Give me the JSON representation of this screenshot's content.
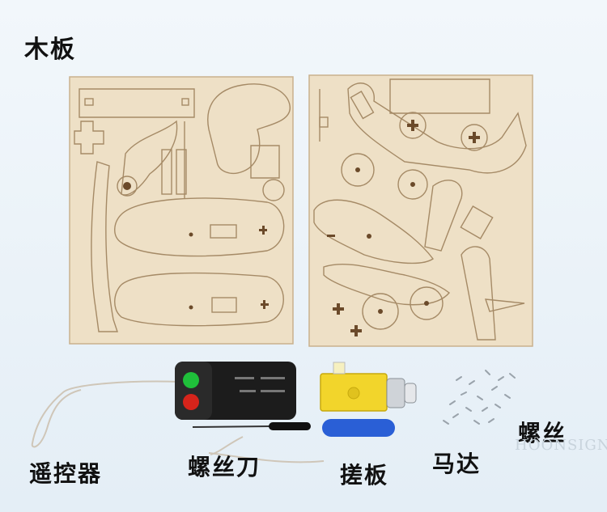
{
  "labels": {
    "wood_boards": "木板",
    "remote": "遥控器",
    "screwdriver": "螺丝刀",
    "sandpaper": "搓板",
    "motor": "马达",
    "screws": "螺丝"
  },
  "watermark": "HOONSIGN",
  "colors": {
    "wood": "#eee0c6",
    "wood_line": "#a58a66",
    "remote_body": "#1c1c1c",
    "green_button": "#1fbf3a",
    "red_button": "#d6241b",
    "motor_yellow": "#f2d52b",
    "sandpaper_blue": "#2a5fd6"
  }
}
